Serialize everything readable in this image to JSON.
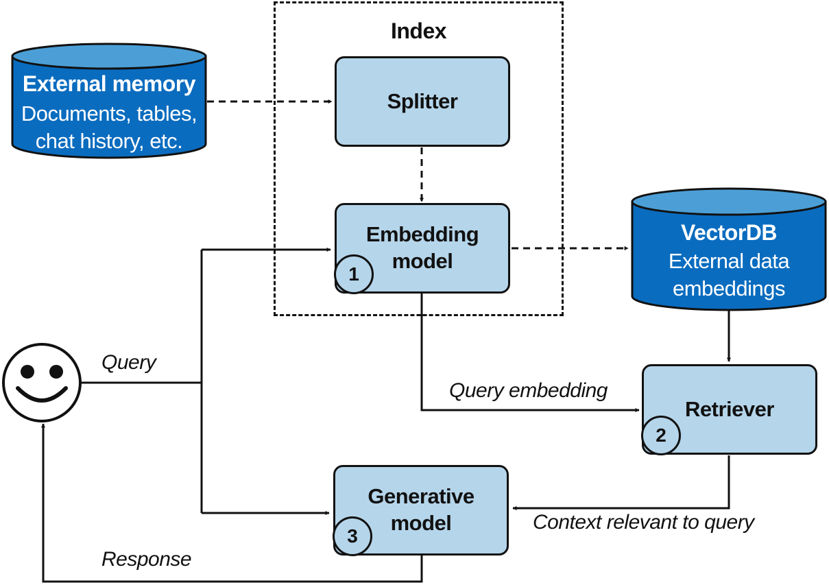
{
  "index_group": {
    "title": "Index"
  },
  "external_memory": {
    "title": "External memory",
    "subtitle": "Documents, tables,\nchat history, etc."
  },
  "vector_db": {
    "title": "VectorDB",
    "subtitle": "External data\nembeddings"
  },
  "splitter": {
    "label": "Splitter"
  },
  "embedding_model": {
    "label": "Embedding\nmodel",
    "step": "1"
  },
  "retriever": {
    "label": "Retriever",
    "step": "2"
  },
  "generative_model": {
    "label": "Generative\nmodel",
    "step": "3"
  },
  "edges": {
    "query": "Query",
    "query_embedding": "Query embedding",
    "context": "Context relevant to query",
    "response": "Response"
  },
  "icons": {
    "user": "smiley-face-icon"
  },
  "colors": {
    "box_fill": "#b5d5ea",
    "db_fill": "#0a6cbf",
    "db_top": "#4c9fd6",
    "stroke": "#111111"
  }
}
